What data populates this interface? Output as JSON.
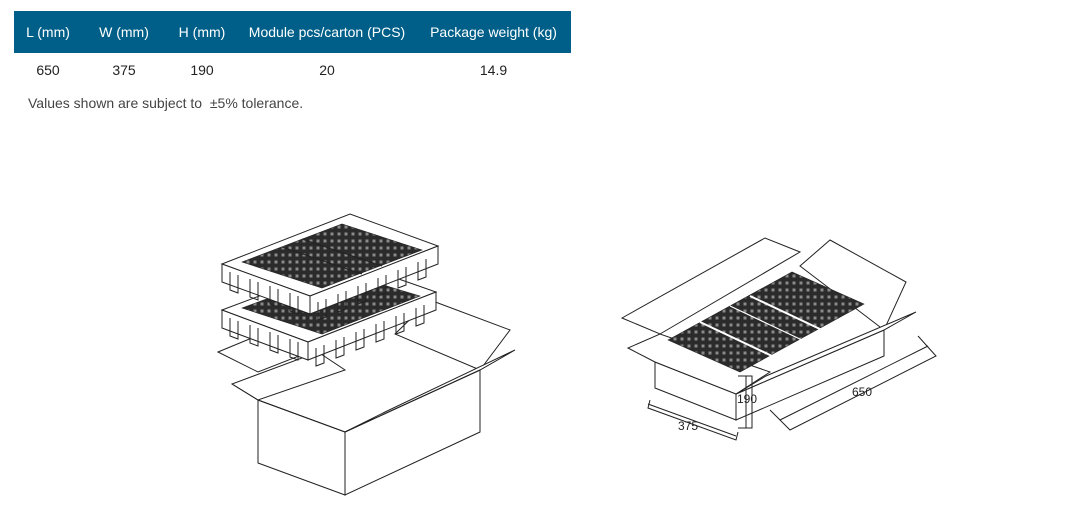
{
  "table": {
    "headers": [
      "L (mm)",
      "W (mm)",
      "H (mm)",
      "Module pcs/carton (PCS)",
      "Package weight (kg)"
    ],
    "rows": [
      [
        "650",
        "375",
        "190",
        "20",
        "14.9"
      ]
    ]
  },
  "note": "Values shown are subject to  ±5% tolerance.",
  "diagram": {
    "dim_width": "375",
    "dim_height": "190",
    "dim_length": "650"
  },
  "colors": {
    "header_bg": "#005f89",
    "header_text": "#ffffff"
  }
}
